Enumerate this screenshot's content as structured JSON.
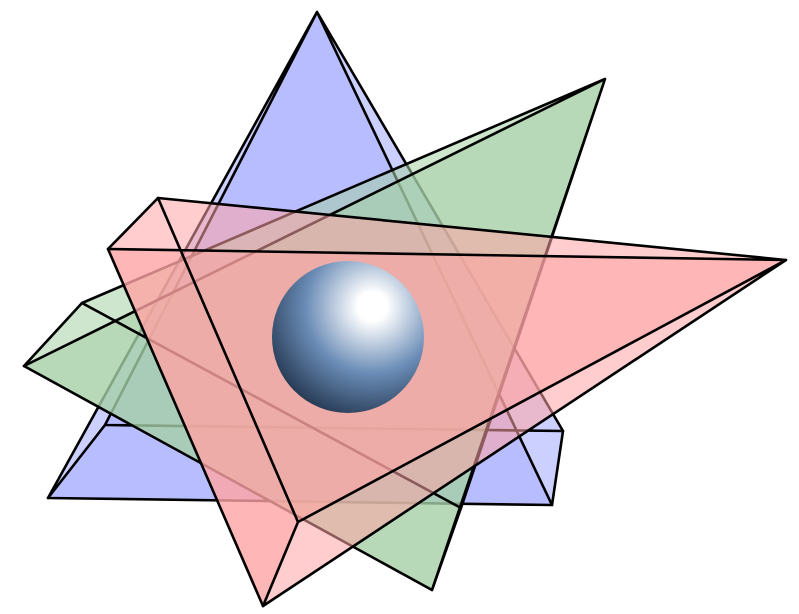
{
  "figure": {
    "shapes": [
      {
        "id": "blue-prism",
        "shape": "triangular-prism",
        "fill": "#aab0ff",
        "fill_opacity": 0.6
      },
      {
        "id": "green-prism",
        "shape": "triangular-prism",
        "fill": "#a6d0a6",
        "fill_opacity": 0.55
      },
      {
        "id": "red-prism",
        "shape": "triangular-prism",
        "fill": "#ffa4a4",
        "fill_opacity": 0.55
      }
    ],
    "center_object": {
      "shape": "sphere",
      "color": "#6a8cb6",
      "highlight": "#ffffff",
      "shadow": "#1e3048"
    },
    "edge_color": "#000000"
  }
}
